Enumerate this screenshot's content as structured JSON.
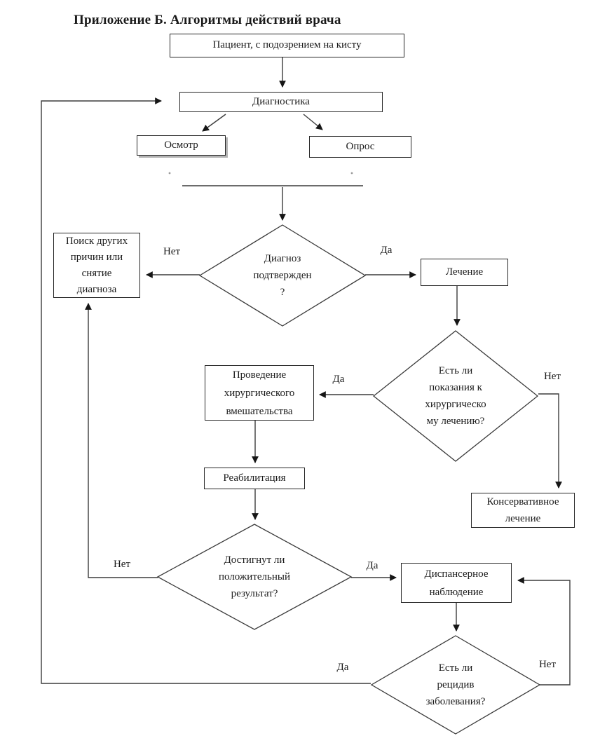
{
  "title": "Приложение Б. Алгоритмы действий врача",
  "nodes": {
    "patient": {
      "label": "Пациент, с подозрением на кисту"
    },
    "diagnostics": {
      "label": "Диагностика"
    },
    "examination": {
      "label": "Осмотр"
    },
    "survey": {
      "label": "Опрос"
    },
    "search_other": {
      "label": "Поиск других\nпричин или\nснятие\nдиагноза"
    },
    "treatment": {
      "label": "Лечение"
    },
    "surgical": {
      "label": "Проведение\nхирургического\nвмешательства"
    },
    "rehabilitation": {
      "label": "Реабилитация"
    },
    "conservative": {
      "label": "Консервативное\nлечение"
    },
    "dispensary": {
      "label": "Диспансерное\nнаблюдение"
    }
  },
  "decisions": {
    "diagnosis_confirmed": {
      "label": "Диагноз\nподтвержден\n?"
    },
    "surgical_indications": {
      "label": "Есть ли\nпоказания к\nхирургическо\nму лечению?"
    },
    "positive_result": {
      "label": "Достигнут ли\nположительный\nрезультат?"
    },
    "disease_relapse": {
      "label": "Есть ли\nрецидив\nзаболевания?"
    }
  },
  "edge_labels": {
    "d1_no": "Нет",
    "d1_yes": "Да",
    "d2_yes": "Да",
    "d2_no": "Нет",
    "d3_no": "Нет",
    "d3_yes": "Да",
    "d4_yes": "Да",
    "d4_no": "Нет"
  },
  "colors": {
    "background": "#ffffff",
    "line": "#3c3c3c",
    "border": "#262626",
    "text": "#1a1a1a",
    "shadow": "#b3b3b3"
  }
}
